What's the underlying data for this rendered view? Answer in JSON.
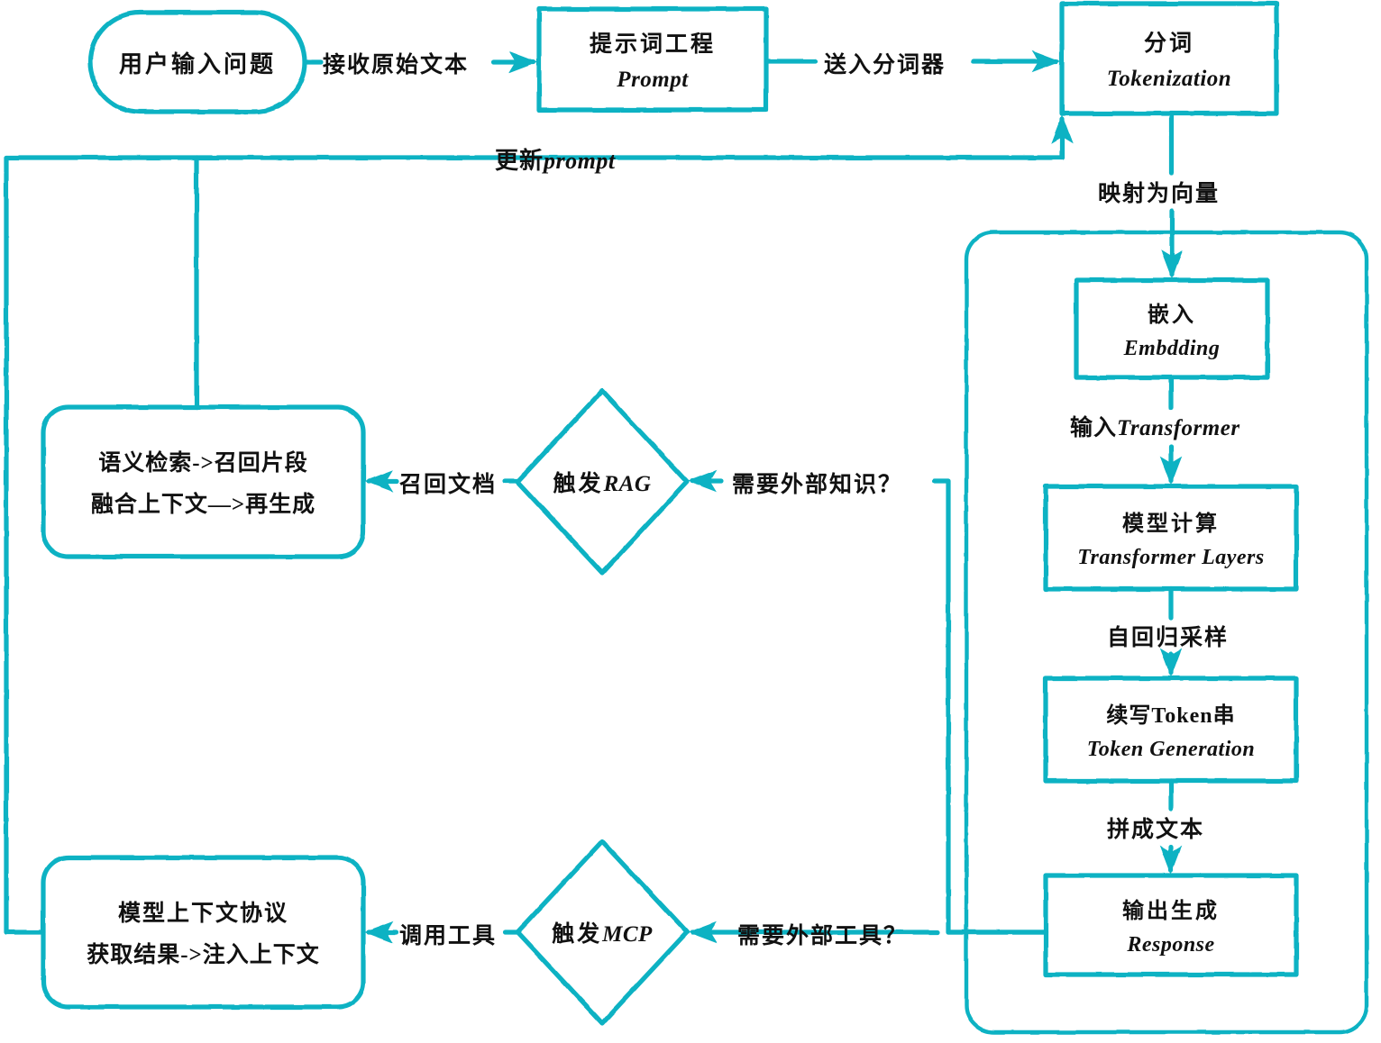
{
  "diagram": {
    "title": "LLM 推理与增强流程图",
    "accent_color": "#10b2c3",
    "text_color": "#111111",
    "background": "#ffffff",
    "type": "flowchart"
  },
  "nodes": {
    "user_input": {
      "shape": "stadium",
      "cn": "用户输入问题",
      "en": ""
    },
    "prompt": {
      "shape": "rect",
      "cn": "提示词工程",
      "en": "Prompt"
    },
    "tokenization": {
      "shape": "rect",
      "cn": "分词",
      "en": "Tokenization"
    },
    "embedding": {
      "shape": "rect",
      "cn": "嵌入",
      "en": "Embdding"
    },
    "transformer": {
      "shape": "rect",
      "cn": "模型计算",
      "en": "Transformer Layers"
    },
    "token_gen": {
      "shape": "rect",
      "cn": "续写Token串",
      "en": "Token Generation"
    },
    "response": {
      "shape": "rect",
      "cn": "输出生成",
      "en": "Response"
    },
    "rag_decision": {
      "shape": "diamond",
      "cn": "触发",
      "en": "RAG"
    },
    "mcp_decision": {
      "shape": "diamond",
      "cn": "触发",
      "en": "MCP"
    },
    "rag_result": {
      "shape": "stadium",
      "line1": "语义检索->召回片段",
      "line2": "融合上下文—>再生成"
    },
    "mcp_result": {
      "shape": "stadium",
      "line1": "模型上下文协议",
      "line2": "获取结果->注入上下文"
    }
  },
  "container": {
    "label": "",
    "shape": "rounded-subgraph"
  },
  "edges": [
    {
      "id": "e-input-prompt",
      "from": "user_input",
      "to": "prompt",
      "label": "接收原始文本"
    },
    {
      "id": "e-prompt-token",
      "from": "prompt",
      "to": "tokenization",
      "label": "送入分词器"
    },
    {
      "id": "e-token-embed",
      "from": "tokenization",
      "to": "embedding",
      "label": "映射为向量"
    },
    {
      "id": "e-embed-transformer",
      "from": "embedding",
      "to": "transformer",
      "label_cn": "输入",
      "label_en": "Transformer"
    },
    {
      "id": "e-transformer-token",
      "from": "transformer",
      "to": "token_gen",
      "label": "自回归采样"
    },
    {
      "id": "e-token-response",
      "from": "token_gen",
      "to": "response",
      "label": "拼成文本"
    },
    {
      "id": "e-response-rag",
      "from": "response",
      "to": "rag_decision",
      "label": "需要外部知识？"
    },
    {
      "id": "e-response-mcp",
      "from": "response",
      "to": "mcp_decision",
      "label": "需要外部工具？"
    },
    {
      "id": "e-rag-result",
      "from": "rag_decision",
      "to": "rag_result",
      "label": "召回文档"
    },
    {
      "id": "e-mcp-result",
      "from": "mcp_decision",
      "to": "mcp_result",
      "label": "调用工具"
    },
    {
      "id": "e-loopback",
      "from": "mcp_result",
      "to": "tokenization",
      "label_cn": "更新",
      "label_en": "prompt"
    }
  ],
  "labels": {
    "edge_input_prompt": "接收原始文本",
    "edge_prompt_token": "送入分词器",
    "edge_token_embed": "映射为向量",
    "edge_embed_transformer_cn": "输入",
    "edge_embed_transformer_en": "Transformer",
    "edge_transformer_tokengen": "自回归采样",
    "edge_tokengen_response": "拼成文本",
    "edge_need_knowledge": "需要外部知识？",
    "edge_need_tools": "需要外部工具？",
    "edge_recall_doc": "召回文档",
    "edge_call_tool": "调用工具",
    "edge_update_prompt_cn": "更新",
    "edge_update_prompt_en": "prompt",
    "node_user_input": "用户输入问题",
    "node_prompt_cn": "提示词工程",
    "node_prompt_en": "Prompt",
    "node_token_cn": "分词",
    "node_token_en": "Tokenization",
    "node_embed_cn": "嵌入",
    "node_embed_en": "Embdding",
    "node_transformer_cn": "模型计算",
    "node_transformer_en": "Transformer Layers",
    "node_tokengen_cn": "续写Token串",
    "node_tokengen_en": "Token Generation",
    "node_response_cn": "输出生成",
    "node_response_en": "Response",
    "node_rag_cn": "触发",
    "node_rag_en": "RAG",
    "node_mcp_cn": "触发",
    "node_mcp_en": "MCP",
    "node_rag_result_l1": "语义检索->召回片段",
    "node_rag_result_l2": "融合上下文—>再生成",
    "node_mcp_result_l1": "模型上下文协议",
    "node_mcp_result_l2": "获取结果->注入上下文"
  }
}
